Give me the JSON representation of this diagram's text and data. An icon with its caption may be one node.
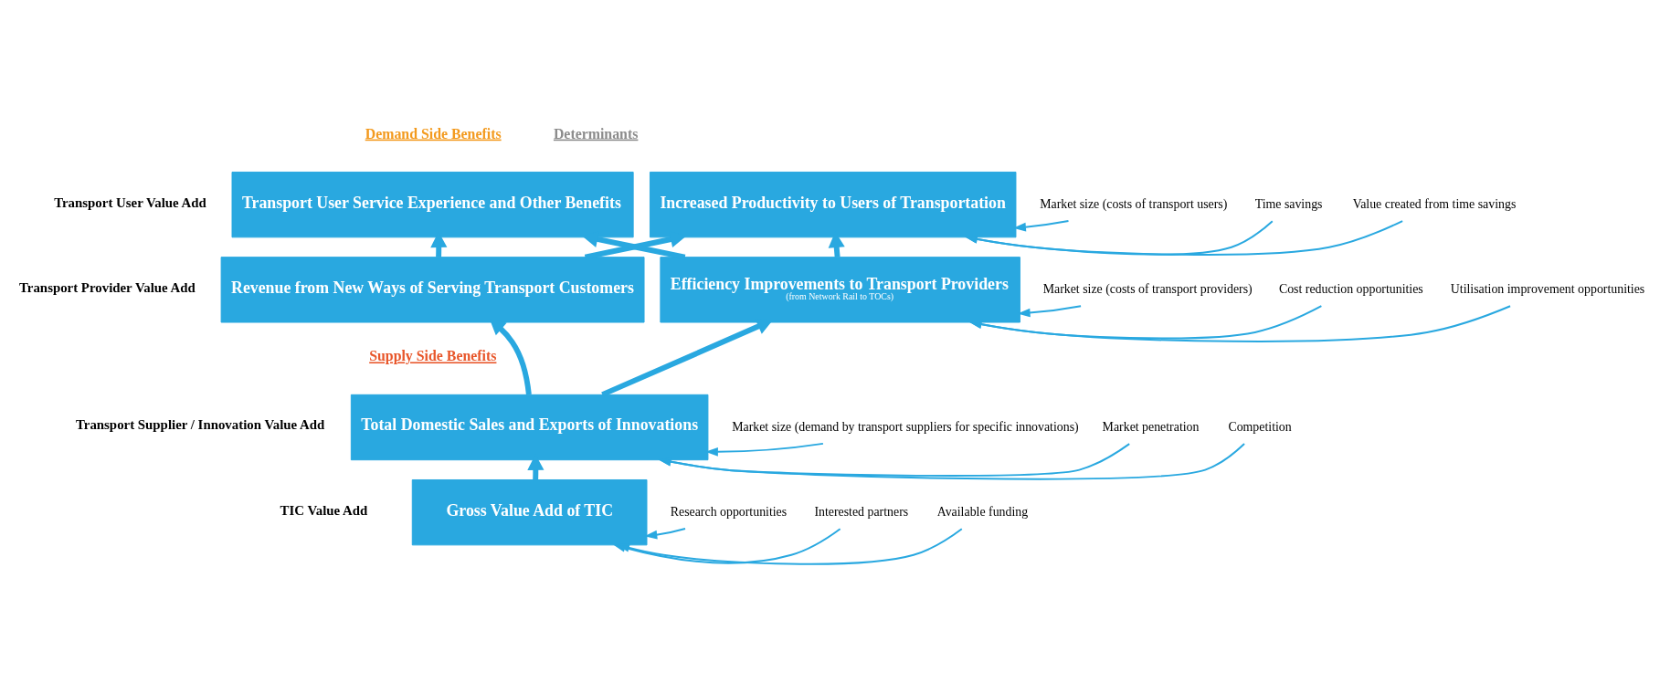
{
  "diagram": {
    "nodes": [
      {
        "text": [
          "Transport User Service Experience and Other Benefits"
        ]
      },
      {
        "text": [
          "Increased Productivity to Users of Transportation"
        ]
      },
      {
        "text": [
          "Market size (costs of transport users)"
        ]
      },
      {
        "text": [
          "Time savings"
        ]
      },
      {
        "text": [
          "Value created from time savings"
        ]
      },
      {
        "text": [
          "Revenue from New Ways of Serving Transport Customers"
        ]
      },
      {
        "text": [
          "Efficiency Improvements to Transport Providers",
          "(from Network Rail to TOCs)"
        ]
      },
      {
        "text": [
          "Market size (costs of transport providers)"
        ]
      },
      {
        "text": [
          "Cost reduction opportunities"
        ]
      },
      {
        "text": [
          "Utilisation improvement opportunities"
        ]
      },
      {
        "text": [
          "Total Domestic Sales and Exports of Innovations"
        ]
      },
      {
        "text": [
          "Market size (demand by transport suppliers for specific innovations)"
        ]
      },
      {
        "text": [
          "Market penetration"
        ]
      },
      {
        "text": [
          "Competition"
        ]
      },
      {
        "text": [
          "Gross Value Add of TIC"
        ]
      },
      {
        "text": [
          "Research opportunities"
        ]
      },
      {
        "text": [
          "Interested partners"
        ]
      },
      {
        "text": [
          "Available funding"
        ]
      }
    ],
    "edges": [
      {
        "from": 2,
        "to": 1,
        "arrow": "to"
      },
      {
        "from": 3,
        "to": 1,
        "arrow": "to"
      },
      {
        "from": 4,
        "to": 1,
        "arrow": "to"
      },
      {
        "from": 7,
        "to": 6,
        "arrow": "to"
      },
      {
        "from": 8,
        "to": 6,
        "arrow": "to"
      },
      {
        "from": 9,
        "to": 6,
        "arrow": "to"
      },
      {
        "from": 11,
        "to": 10,
        "arrow": "to"
      },
      {
        "from": 12,
        "to": 10,
        "arrow": "to"
      },
      {
        "from": 13,
        "to": 10,
        "arrow": "to"
      },
      {
        "from": 15,
        "to": 14,
        "arrow": "to"
      },
      {
        "from": 16,
        "to": 14,
        "arrow": "to"
      },
      {
        "from": 17,
        "to": 14,
        "arrow": "to"
      },
      {
        "from": 14,
        "to": 10,
        "arrow": "to",
        "style": "thick"
      },
      {
        "from": 10,
        "to": 5,
        "arrow": "to",
        "style": "thick"
      },
      {
        "from": 10,
        "to": 6,
        "arrow": "to",
        "style": "thick"
      },
      {
        "from": 5,
        "to": 0,
        "arrow": "to",
        "style": "thick"
      },
      {
        "from": 5,
        "to": 1,
        "arrow": "to",
        "style": "thick"
      },
      {
        "from": 6,
        "to": 0,
        "arrow": "to",
        "style": "thick"
      },
      {
        "from": 6,
        "to": 1,
        "arrow": "to",
        "style": "thick"
      }
    ],
    "labels": [
      "Demand Side Benefits",
      "Determinants",
      "Transport User Value Add",
      "Transport Provider Value Add",
      "Supply Side Benefits",
      "Transport Supplier / Innovation Value Add",
      "TIC Value Add"
    ]
  }
}
